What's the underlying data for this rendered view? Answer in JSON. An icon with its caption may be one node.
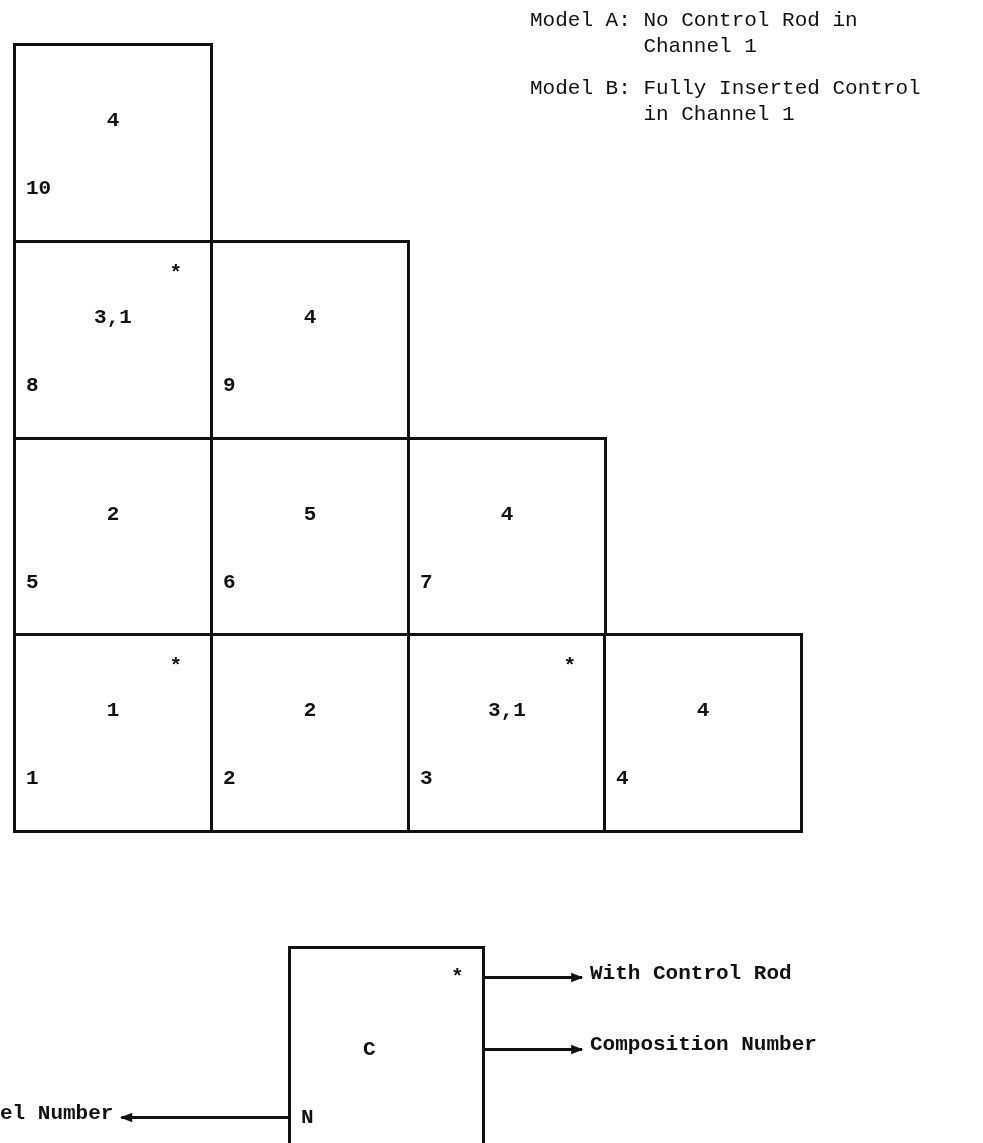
{
  "diagram": {
    "nodes": [
      {
        "text": [
          "4",
          "10"
        ]
      },
      {
        "text": [
          "*",
          "3,1",
          "8"
        ]
      },
      {
        "text": [
          "4",
          "9"
        ]
      },
      {
        "text": [
          "2",
          "5"
        ]
      },
      {
        "text": [
          "5",
          "6"
        ]
      },
      {
        "text": [
          "4",
          "7"
        ]
      },
      {
        "text": [
          "*",
          "1",
          "1"
        ]
      },
      {
        "text": [
          "2",
          "2"
        ]
      },
      {
        "text": [
          "*",
          "3,1",
          "3"
        ]
      },
      {
        "text": [
          "4",
          "4"
        ]
      },
      {
        "text": [],
        "shape": "box"
      },
      {
        "text": [
          "*"
        ],
        "in": 10
      },
      {
        "text": [
          "C"
        ],
        "in": 10
      },
      {
        "text": [
          "N"
        ],
        "in": 10
      },
      {
        "text": [
          "With Control Rod"
        ]
      },
      {
        "text": [
          "Composition Number"
        ]
      },
      {
        "text": [
          "el Number"
        ]
      }
    ],
    "edges": [
      {
        "from": 11,
        "to": 14,
        "arrow": "to"
      },
      {
        "from": 12,
        "to": 15,
        "arrow": "to"
      },
      {
        "from": 13,
        "to": 16,
        "arrow": "to"
      }
    ],
    "labels": [
      "Model A: No Control Rod in Channel 1",
      "Model B: Fully Inserted Control in Channel 1"
    ]
  }
}
